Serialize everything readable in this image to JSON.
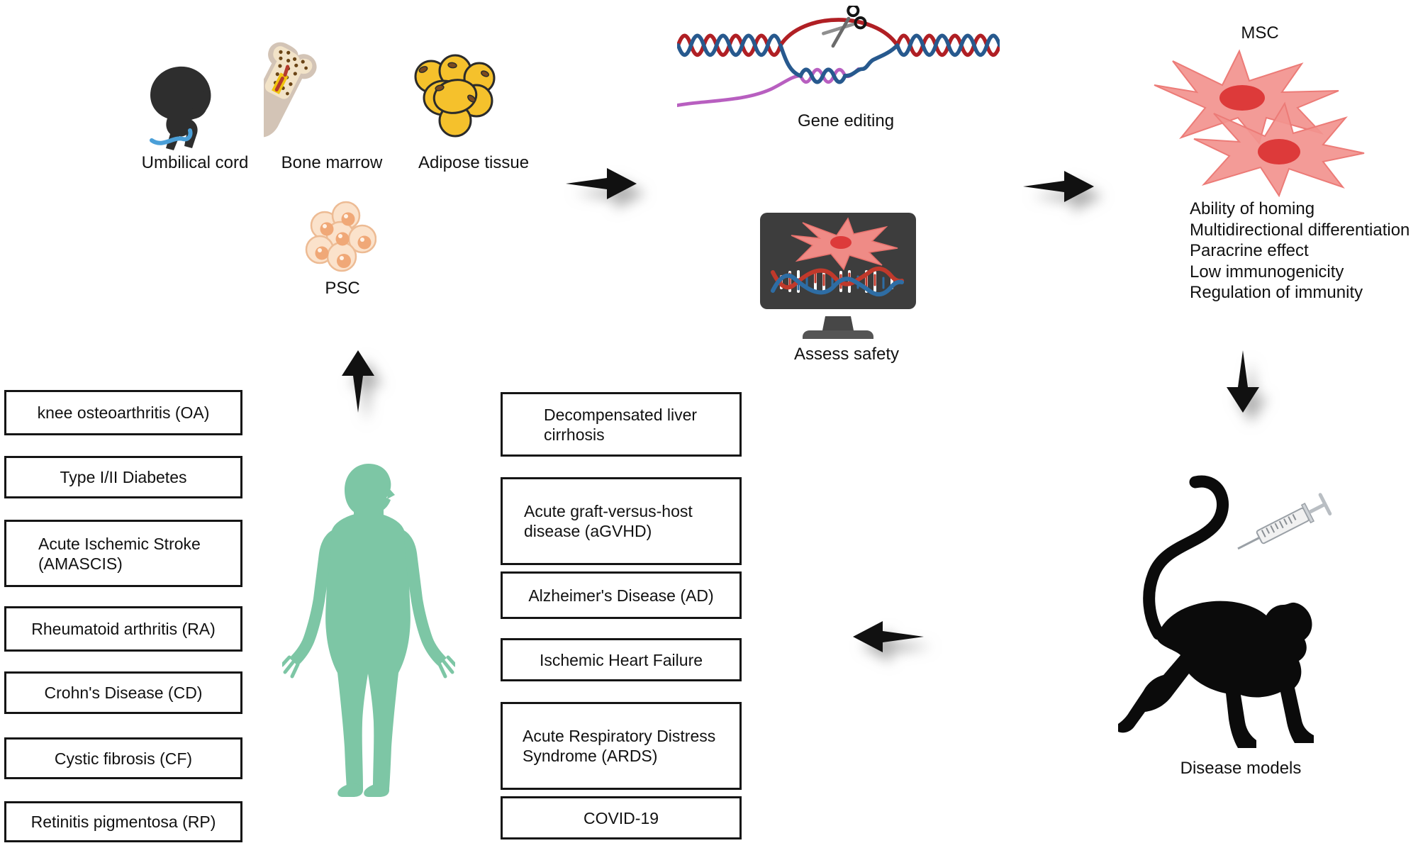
{
  "sources": {
    "umbilical_label": "Umbilical cord",
    "bone_label": "Bone marrow",
    "adipose_label": "Adipose tissue",
    "psc_label": "PSC"
  },
  "process": {
    "gene_editing_label": "Gene editing",
    "assess_safety_label": "Assess safety"
  },
  "msc": {
    "label": "MSC",
    "features": [
      "Ability of homing",
      "Multidirectional differentiation",
      "Paracrine effect",
      "Low immunogenicity",
      "Regulation of immunity"
    ]
  },
  "disease_models_label": "Disease models",
  "left_diseases": [
    "knee osteoarthritis (OA)",
    "Type I/II Diabetes",
    "Acute Ischemic Stroke (AMASCIS)",
    "Rheumatoid arthritis (RA)",
    "Crohn's Disease (CD)",
    "Cystic fibrosis (CF)",
    "Retinitis pigmentosa (RP)"
  ],
  "middle_diseases": [
    "Decompensated liver cirrhosis",
    "Acute graft-versus-host disease (aGVHD)",
    "Alzheimer's Disease (AD)",
    "Ischemic Heart Failure",
    "Acute Respiratory Distress Syndrome (ARDS)",
    "COVID-19"
  ],
  "icons": {
    "fetus-icon": "fetus silhouette with blue umbilical cord",
    "bone-icon": "long bone with marrow speckles",
    "adipose-icon": "cluster of yellow adipocytes",
    "psc-icon": "cluster of pluripotent stem cells",
    "gene-editing-icon": "DNA helix opened with scissors and guide RNA",
    "monitor-icon": "screen showing MSC cell and DNA",
    "msc-cells-icon": "two spindle-shaped mesenchymal stem cells",
    "monkey-icon": "monkey silhouette",
    "syringe-icon": "syringe",
    "human-icon": "green human body silhouette",
    "arrow-icon": "black directional arrow"
  },
  "colors": {
    "human_silhouette": "#7dc6a5",
    "msc_cell": "#f2928e",
    "msc_nucleus": "#dd3a3a",
    "adipose": "#f5c12c",
    "psc_cell_outline": "#edbb94",
    "psc_nucleus": "#f0a877",
    "dna_red": "#b01f24",
    "dna_blue": "#27598e",
    "guide_rna": "#b85fc0",
    "monitor": "#3d3d3d",
    "arrow": "#111111",
    "box_border": "#151515"
  }
}
